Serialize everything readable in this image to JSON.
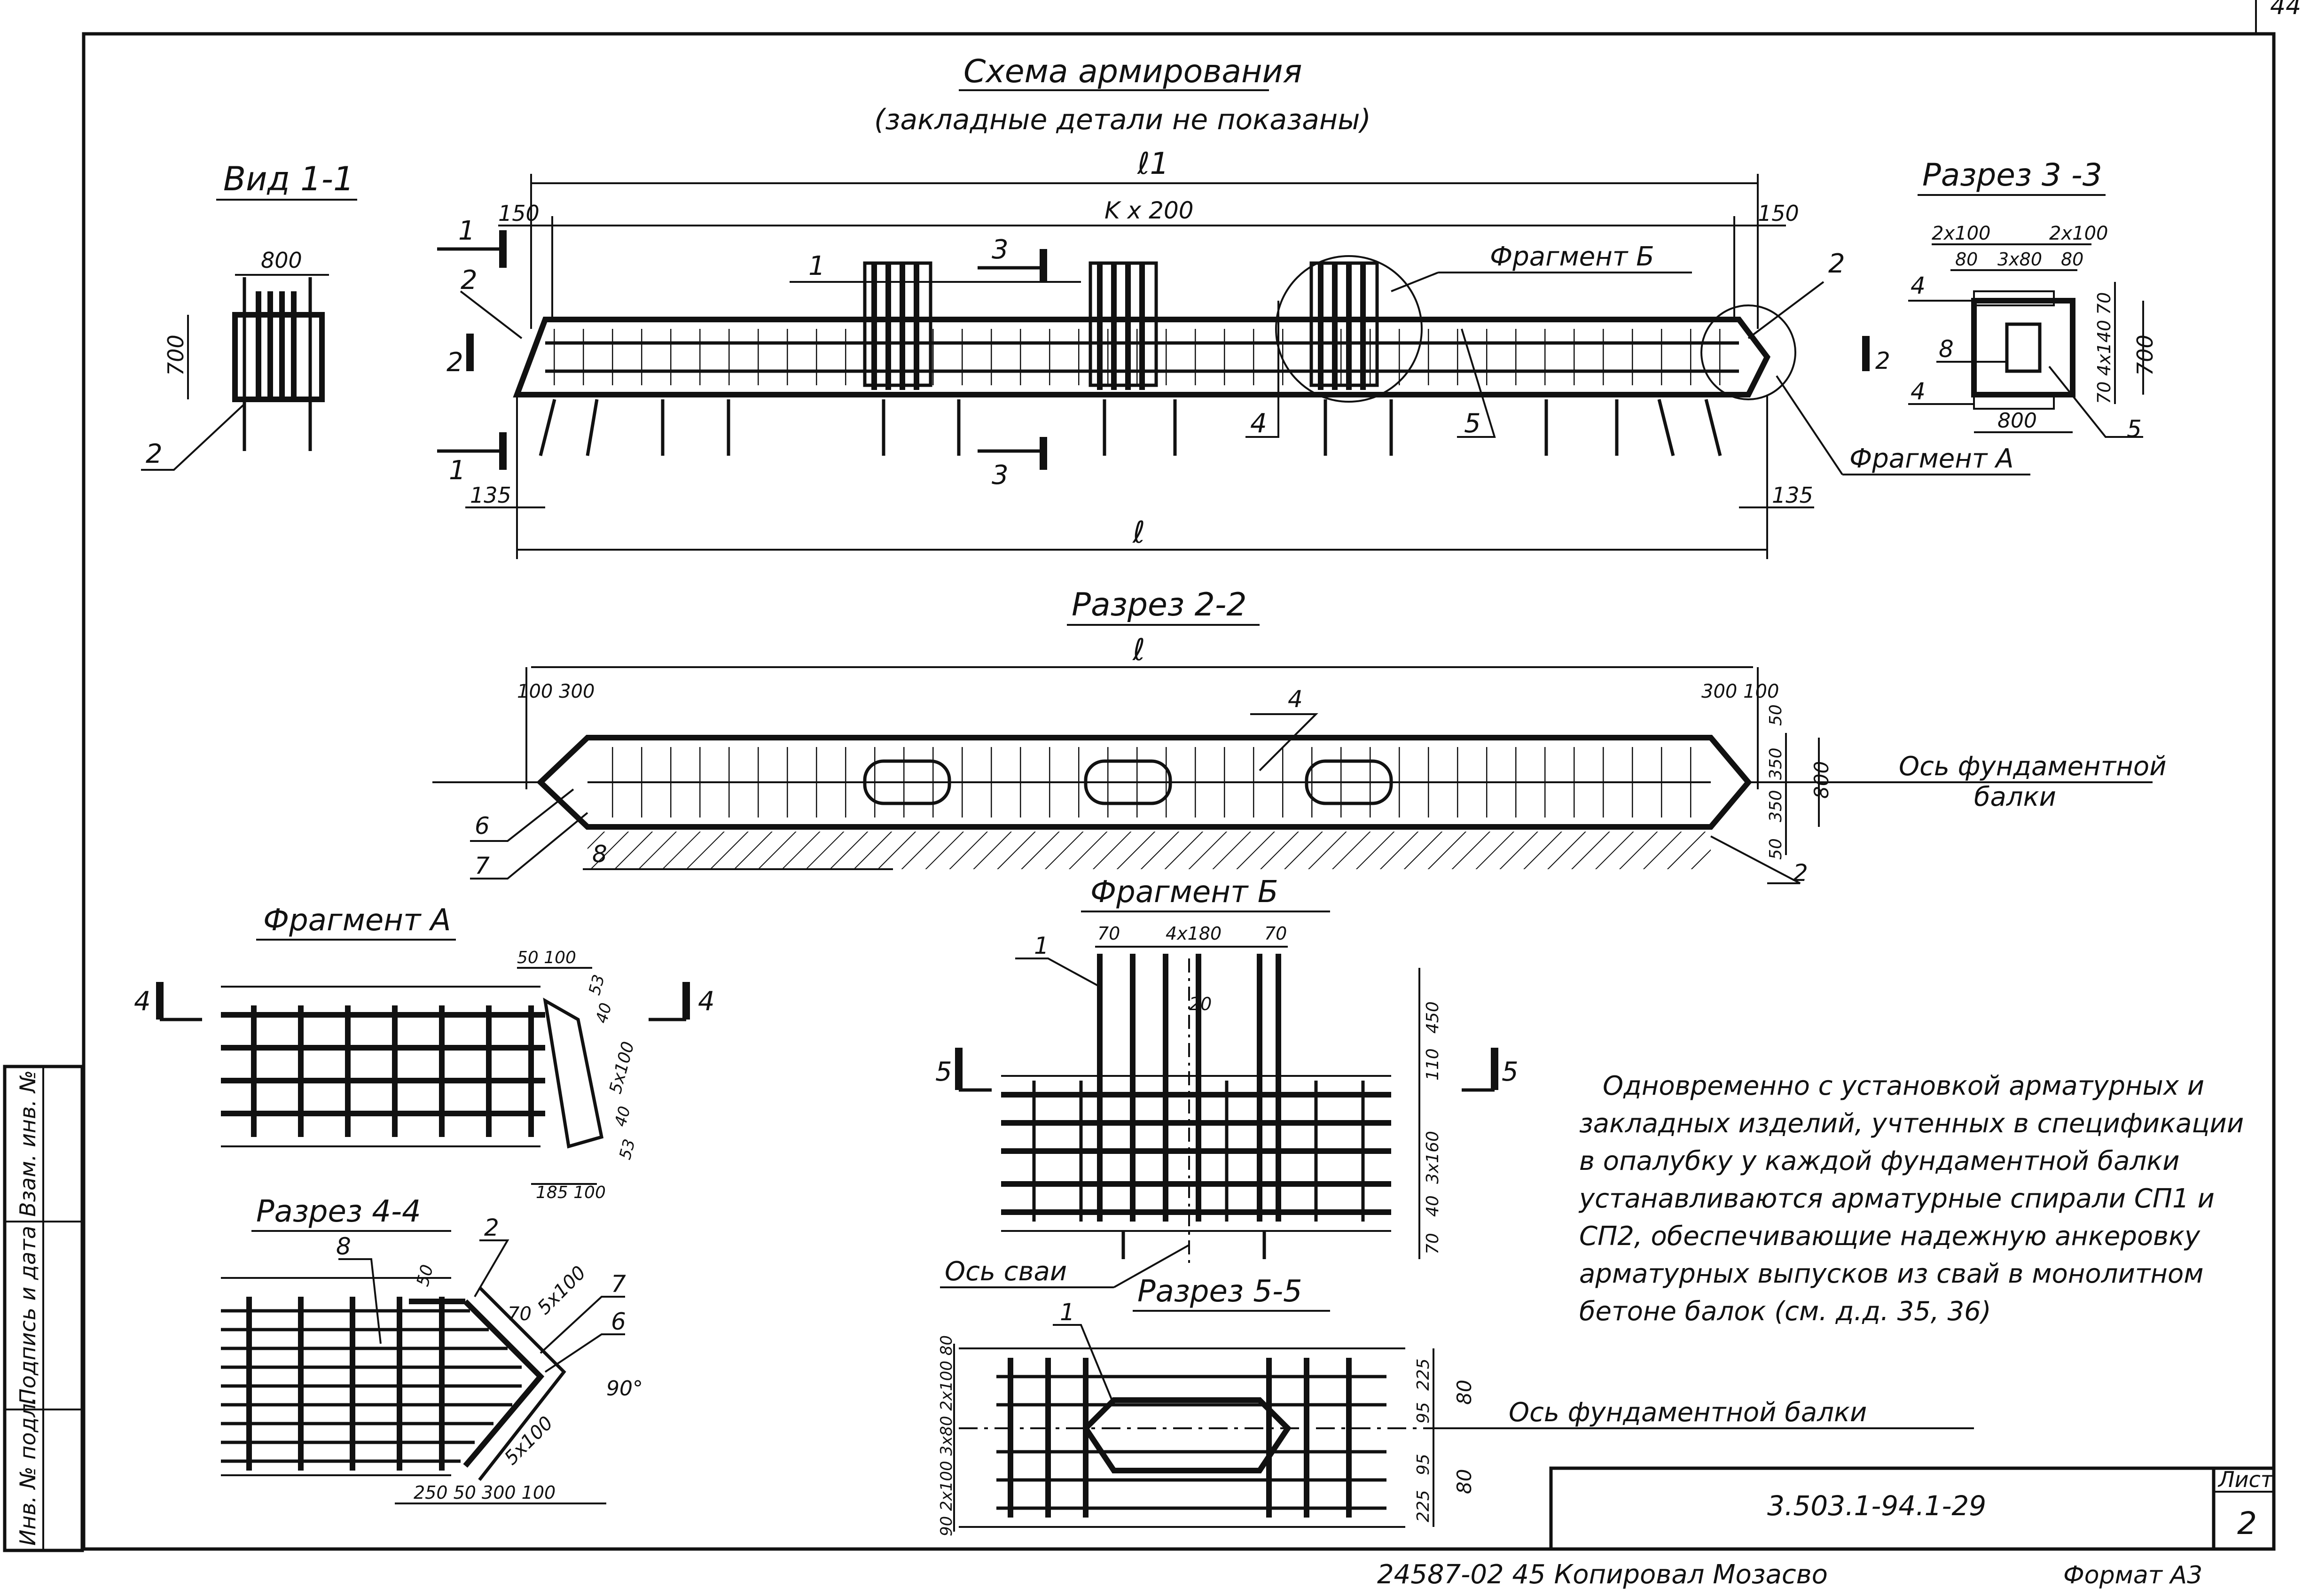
{
  "sheet_number_corner": "44",
  "main_scheme": {
    "title": "Схема армирования",
    "subtitle": "(закладные детали не показаны)",
    "dim_l1": "ℓ1",
    "dim_l": "ℓ",
    "dim_spacing": "K x 200",
    "dim_left_150": "150",
    "dim_right_150": "150",
    "dim_left_135": "135",
    "dim_right_135": "135",
    "section_1_top": "1",
    "section_1_bottom": "1",
    "section_2": "2",
    "section_3_top": "3",
    "section_3_bottom": "3",
    "pos_1": "1",
    "pos_2_left": "2",
    "pos_2_right": "2",
    "pos_4": "4",
    "pos_5": "5",
    "fragment_b_label": "Фрагмент Б",
    "fragment_a_label": "Фрагмент А"
  },
  "view_1_1": {
    "title": "Вид 1-1",
    "width_dim": "800",
    "height_dim": "700",
    "pos_2": "2"
  },
  "section_3_3": {
    "title": "Разрез 3 -3",
    "dim_2x100_left": "2x100",
    "dim_2x100_right": "2x100",
    "dim_80_left": "80",
    "dim_3x80": "3x80",
    "dim_80_right": "80",
    "dim_70_top": "70",
    "dim_4x140": "4x140",
    "dim_70_bottom": "70",
    "dim_700": "700",
    "dim_800": "800",
    "pos_4_top": "4",
    "pos_4_bottom": "4",
    "pos_8": "8",
    "pos_5": "5",
    "section_2": "2"
  },
  "section_2_2": {
    "title": "Разрез 2-2",
    "dim_l": "ℓ",
    "dim_left": "100 300",
    "dim_right": "300 100",
    "dim_50_top": "50",
    "dim_350_a": "350",
    "dim_350_b": "350",
    "dim_50_bottom": "50",
    "dim_800": "800",
    "axis_label_line1": "Ось фундаментной",
    "axis_label_line2": "балки",
    "pos_4": "4",
    "pos_6": "6",
    "pos_7": "7",
    "pos_8": "8",
    "pos_2": "2"
  },
  "fragment_a": {
    "title": "Фрагмент А",
    "dim_50_100": "50 100",
    "dim_53_top": "53",
    "dim_40_top": "40",
    "dim_5x100": "5x100",
    "dim_40_bottom": "40",
    "dim_53_bottom": "53",
    "dim_185_100": "185 100",
    "section_4_left": "4",
    "section_4_right": "4"
  },
  "section_4_4": {
    "title": "Разрез 4-4",
    "pos_8": "8",
    "pos_2": "2",
    "pos_7": "7",
    "pos_6": "6",
    "dim_50": "50",
    "dim_70": "70",
    "dim_5x100_top": "5x100",
    "dim_5x100_bottom": "5x100",
    "angle": "90°",
    "dim_bottom": "250 50 300 100"
  },
  "fragment_b": {
    "title": "Фрагмент Б",
    "dim_70_left": "70",
    "dim_4x180": "4x180",
    "dim_70_right": "70",
    "dim_20": "20",
    "dim_450": "450",
    "dim_110": "110",
    "dim_3x160": "3x160",
    "dim_40": "40",
    "dim_70": "70",
    "pos_1": "1",
    "section_5_left": "5",
    "section_5_right": "5",
    "pile_axis": "Ось сваи"
  },
  "section_5_5": {
    "title": "Разрез 5-5",
    "pos_1": "1",
    "dims_left": "90 2x100 3x80 2x100 80",
    "dim_225_top": "225",
    "dim_95_top": "95",
    "dim_80_top": "80",
    "dim_95_bottom": "95",
    "dim_225_bottom": "225",
    "dim_80_bottom": "80",
    "axis_label": "Ось фундаментной балки"
  },
  "note": {
    "lines": [
      "Одновременно с установкой арматурных и",
      "закладных изделий, учтенных в спецификации",
      "в опалубку у каждой фундаментной балки",
      "устанавливаются арматурные спирали СП1 и",
      "СП2, обеспечивающие надежную анкеровку",
      "арматурных выпусков из свай в монолитном",
      "бетоне балок (см. д.д. 35, 36)"
    ]
  },
  "side_stamp": {
    "inv_podl": "Инв. № подл.",
    "podpis_data": "Подпись и дата",
    "vzam_inv": "Взам. инв. №"
  },
  "title_block": {
    "doc_code": "3.503.1-94.1-29",
    "sheet_label": "Лист",
    "sheet_number": "2"
  },
  "footer": {
    "copy_info": "24587-02  45  Копировал Мозасво",
    "format": "Формат А3"
  },
  "colors": {
    "ink": "#111111",
    "paper": "#ffffff"
  }
}
